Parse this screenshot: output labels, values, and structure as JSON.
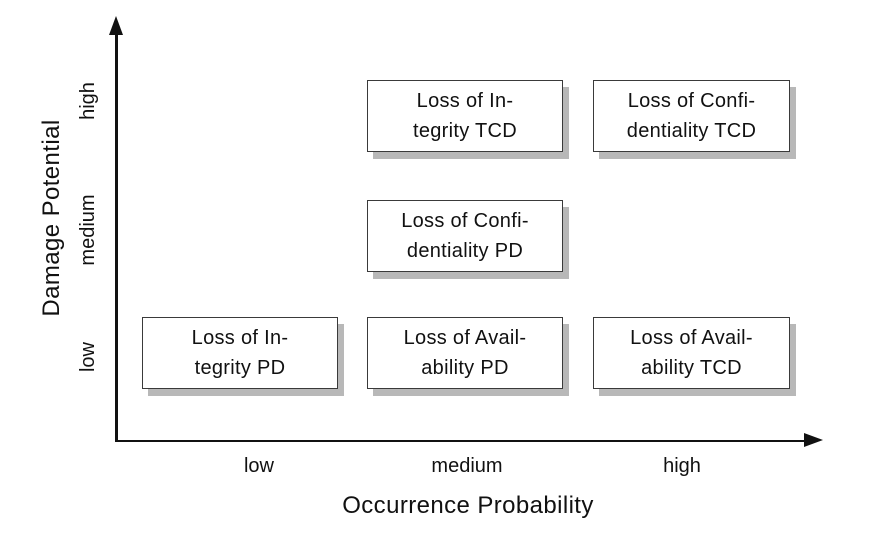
{
  "chart_data": {
    "type": "scatter",
    "title": "",
    "xlabel": "Occurrence Probability",
    "ylabel": "Damage Potential",
    "x_ticks": [
      "low",
      "medium",
      "high"
    ],
    "y_ticks": [
      "low",
      "medium",
      "high"
    ],
    "grid": false,
    "legend": null,
    "points": [
      {
        "x": "medium",
        "y": "high",
        "label": "Loss of Integrity TCD",
        "lines": [
          "Loss of In-",
          "tegrity TCD"
        ]
      },
      {
        "x": "high",
        "y": "high",
        "label": "Loss of Confidentiality TCD",
        "lines": [
          "Loss of Confi-",
          "dentiality TCD"
        ]
      },
      {
        "x": "medium",
        "y": "medium",
        "label": "Loss of Confidentiality PD",
        "lines": [
          "Loss of Confi-",
          "dentiality PD"
        ]
      },
      {
        "x": "low",
        "y": "low",
        "label": "Loss of Integrity PD",
        "lines": [
          "Loss of In-",
          "tegrity PD"
        ]
      },
      {
        "x": "medium",
        "y": "low",
        "label": "Loss of Availability PD",
        "lines": [
          "Loss of Avail-",
          "ability PD"
        ]
      },
      {
        "x": "high",
        "y": "low",
        "label": "Loss of Availability TCD",
        "lines": [
          "Loss of Avail-",
          "ability TCD"
        ]
      }
    ],
    "colors": {
      "axis": "#111111",
      "text": "#111111",
      "box_border": "#3a3a3a",
      "box_fill": "#ffffff",
      "box_shadow": "#b8b8b8",
      "background": "#ffffff"
    }
  }
}
